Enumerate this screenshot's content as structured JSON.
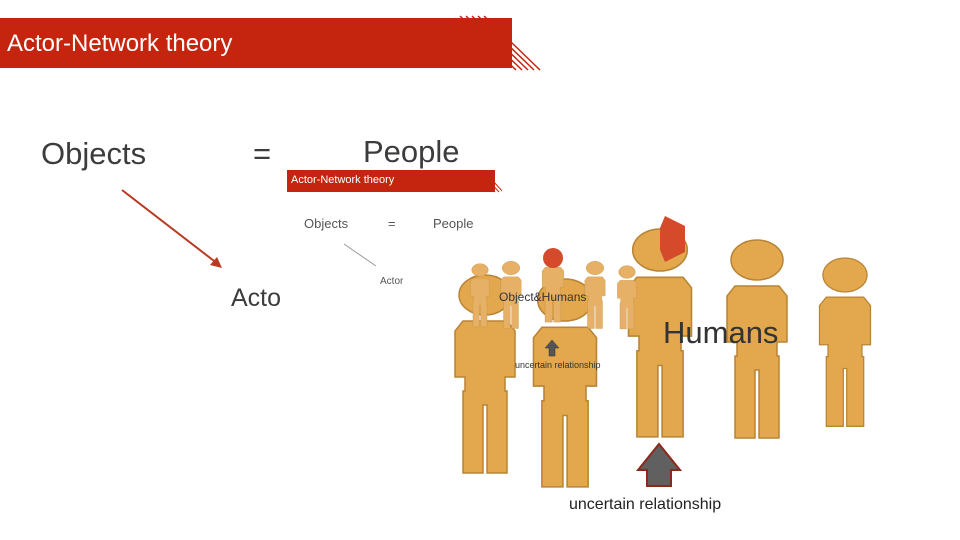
{
  "slide": {
    "title": "Actor-Network theory",
    "objects_label": "Objects",
    "equals_label": "=",
    "people_label": "People",
    "actor_label": "Acto"
  },
  "inset": {
    "title": "Actor-Network theory",
    "objects_label": "Objects",
    "equals_label": "=",
    "people_label": "People",
    "actor_label": "Actor"
  },
  "group_small": {
    "label": "Object&Humans",
    "relationship_label": "uncertain relationship"
  },
  "group_large": {
    "humans_label": "Humans",
    "relationship_label": "uncertain relationship"
  },
  "colors": {
    "title_red": "#c5250f",
    "person_orange": "#e3a84d",
    "arrow_gray": "#555555"
  }
}
